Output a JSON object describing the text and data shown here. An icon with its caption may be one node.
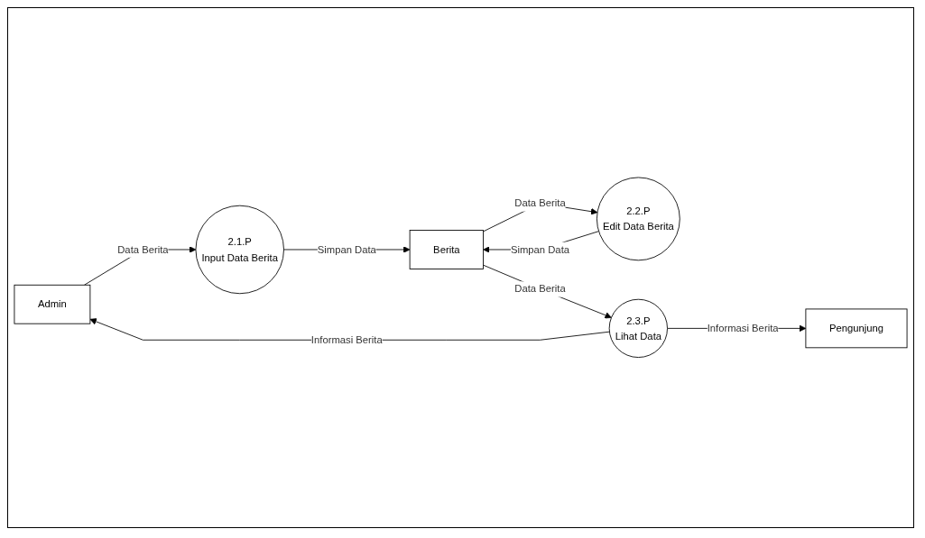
{
  "diagram": {
    "nodes": [
      {
        "text": [
          "Admin"
        ]
      },
      {
        "text": [
          "2.1.P",
          "Input Data Berita"
        ]
      },
      {
        "text": [
          "2.2.P",
          "Edit Data Berita"
        ]
      },
      {
        "text": [
          "Berita"
        ]
      },
      {
        "text": [
          "Pengunjung"
        ]
      },
      {
        "text": [
          "2.3.P",
          "Lihat Data"
        ]
      }
    ],
    "edges": [
      {
        "from": 0,
        "to": 1,
        "arrow": "to",
        "label": "Data Berita"
      },
      {
        "from": 1,
        "to": 3,
        "arrow": "to",
        "label": "Simpan Data"
      },
      {
        "from": 2,
        "to": 3,
        "arrow": "to",
        "label": "Simpan Data"
      },
      {
        "from": 3,
        "to": 2,
        "arrow": "to",
        "label": "Data Berita"
      },
      {
        "from": 3,
        "to": 5,
        "arrow": "to",
        "label": "Data Berita"
      },
      {
        "from": 5,
        "to": 0,
        "arrow": "to",
        "label": "Informasi Berita"
      },
      {
        "from": 5,
        "to": 4,
        "arrow": "to",
        "label": "Informasi Berita"
      }
    ]
  }
}
